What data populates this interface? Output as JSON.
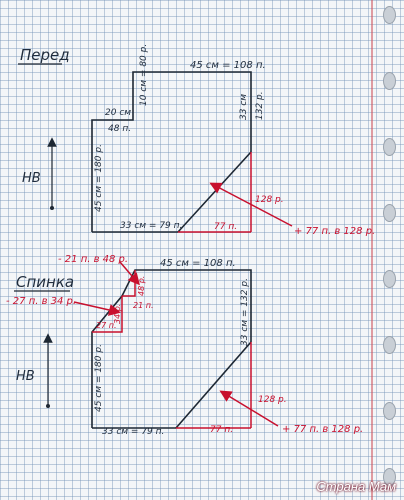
{
  "colors": {
    "ink": "#1d2733",
    "red": "#c8102e",
    "grid": "#7896b9",
    "margin": "#cd505a"
  },
  "front": {
    "title": "Перед",
    "direction": "НВ",
    "top": "45 см = 108 п.",
    "step_upper": "10 см = 80 р.",
    "step_lower_a": "20 см",
    "step_lower_b": "48 п.",
    "side_left": "45 см = 180 р.",
    "side_right_a": "33 см",
    "side_right_b": "132 р.",
    "bottom_left": "33 см = 79 п.",
    "red_width": "77 п.",
    "red_height": "128 р.",
    "red_note": "+ 77 п. в 128 р."
  },
  "back": {
    "title": "Спинка",
    "direction": "НВ",
    "top": "45 см = 108 п.",
    "note_upper": "- 21 п. в 48 р.",
    "note_lower": "- 27 п. в 34 р.",
    "small_a": "48 р.",
    "small_b": "21 п.",
    "small_c": "34 р.",
    "small_d": "27 п.",
    "side_left": "45 см = 180 р.",
    "side_right": "33 см = 132 р.",
    "bottom_left": "33 см = 79 п.",
    "red_width": "77 п.",
    "red_height": "128 р.",
    "red_note": "+ 77 п. в 128 р."
  },
  "watermark": "Страна Мам"
}
